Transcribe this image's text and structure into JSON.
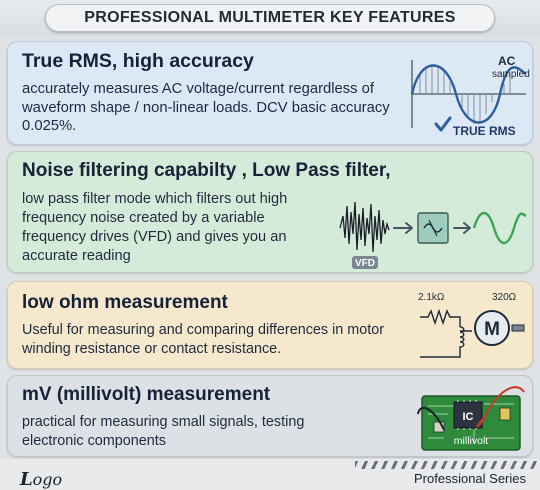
{
  "header": {
    "title": "PROFESSIONAL MULTIMETER KEY FEATURES"
  },
  "features": [
    {
      "title": "True RMS, high accuracy",
      "body": "accurately measures AC voltage/current regardless of waveform shape / non-linear loads. DCV basic accuracy 0.025%.",
      "graphic": {
        "label_ac": "AC",
        "label_sampled": "sampled",
        "label_badge": "TRUE RMS",
        "icon": "check-icon"
      }
    },
    {
      "title": "Noise filtering capabilty , Low Pass filter,",
      "body": "low pass filter mode which filters out high frequency noise created by a variable frequency drives (VFD) and gives you an accurate reading",
      "graphic": {
        "label_vfd": "VFD",
        "icon": "low-pass-filter-icon"
      }
    },
    {
      "title": "low ohm measurement",
      "body": "Useful for measuring and comparing differences in motor winding resistance or contact resistance.",
      "graphic": {
        "label_resistor": "2.1kΩ",
        "label_motor_res": "320Ω",
        "label_motor": "M"
      }
    },
    {
      "title": "mV (millivolt) measurement",
      "body": "practical for measuring small signals, testing electronic components",
      "graphic": {
        "label_ic": "IC",
        "label_millivolt": "millivolt"
      }
    }
  ],
  "footer": {
    "logo_initial": "L",
    "logo_rest": "ogo",
    "series": "Professional Series"
  },
  "colors": {
    "card1_bg": "#dce8f5",
    "card2_bg": "#d5ebd9",
    "card3_bg": "#f6e8cd",
    "card4_bg": "#dde0e4",
    "wave_blue": "#2e5f9e",
    "wave_green": "#3aa552",
    "pcb_green": "#2f8a3c"
  }
}
